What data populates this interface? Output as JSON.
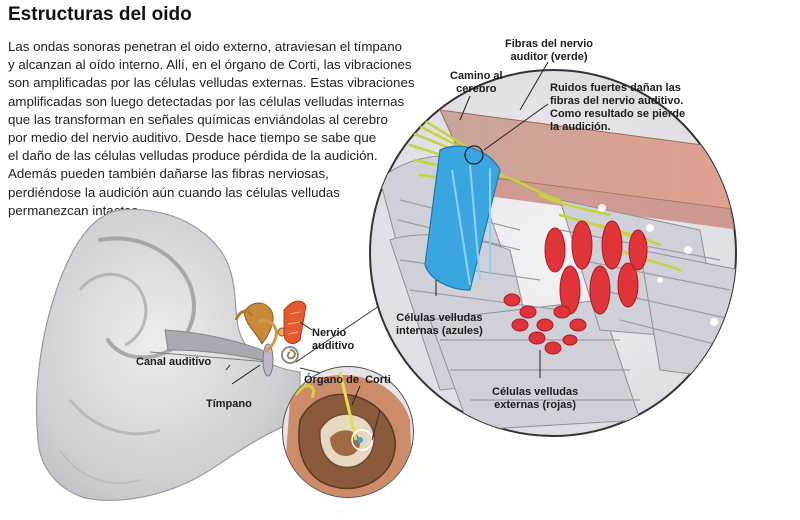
{
  "title": "Estructuras del oido",
  "intro_lines": [
    "Las ondas sonoras penetran el oido externo, atraviesan el tímpano",
    "y alcanzan al oído interno. Allí, en el órgano de Corti, las vibraciones",
    "son amplificadas por las células velludas externas. Estas vibraciones",
    "amplificadas son luego detectadas por las células velludas internas",
    "que las transforman en señales químicas enviándolas al cerebro",
    "por medio del nervio auditivo. Desde hace tiempo se sabe que",
    "el daño de las células velludas produce pérdida de la audición.",
    "Además pueden también dañarse las fibras nerviosas,",
    "perdiéndose la audición aún cuando las células velludas",
    "permanezcan intactas."
  ],
  "labels": {
    "canal_auditivo": "Canal auditivo",
    "timpano": "Tímpano",
    "nervio_auditivo": [
      "Nervio",
      "auditivo"
    ],
    "organo_de_corti": "Órgano de  Corti",
    "camino_al_cerebro": [
      "Camino al",
      "cerebro"
    ],
    "fibras_nervio": [
      "Fibras del nervio",
      "auditor (verde)"
    ],
    "ruidos_fuertes": [
      "Ruidos fuertes dañan las",
      "fibras del nervio auditivo.",
      "Como resultado se pierde",
      "la audición."
    ],
    "celulas_internas": [
      "Células velludas",
      "internas (azules)"
    ],
    "celulas_externas": [
      "Células velludas",
      "externas (rojas)"
    ]
  },
  "colors": {
    "inner_hair_cells": "#3aa6df",
    "outer_hair_cells": "#e0333a",
    "nerve_fibers": "#c8d23a",
    "tissue": "#c9c9cf",
    "membrane": "#d98a7a",
    "skin": "#d7d7d9"
  }
}
